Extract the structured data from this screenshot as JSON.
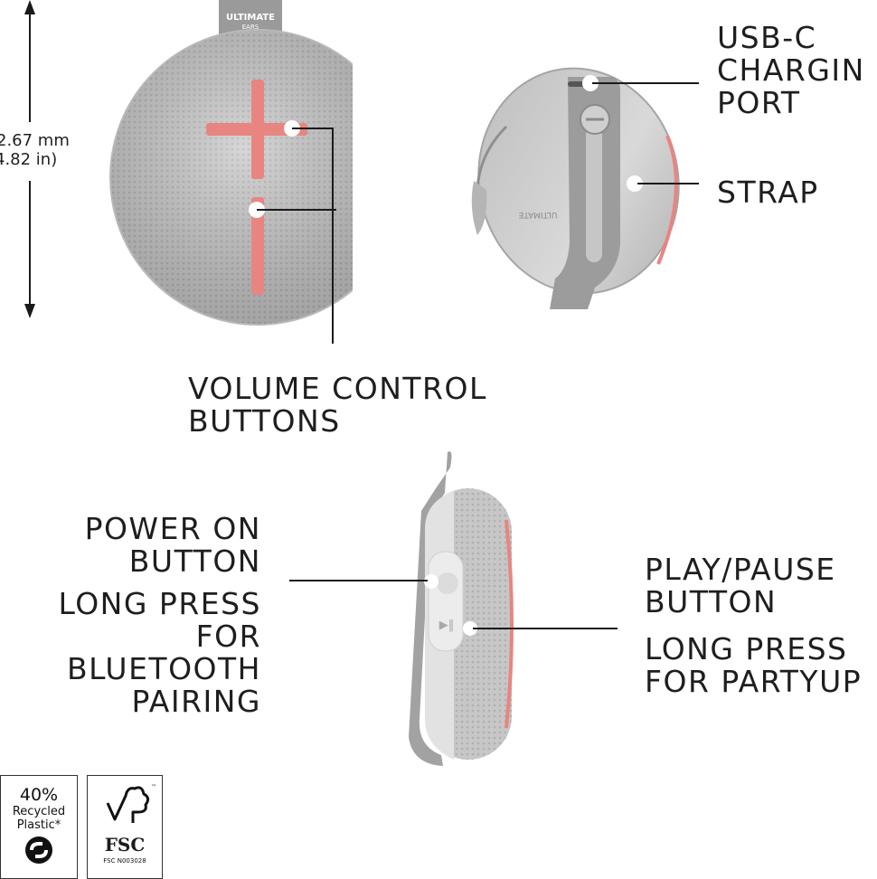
{
  "dimension": {
    "height_mm": "2.67 mm",
    "height_in": "4.82 in)"
  },
  "brand": {
    "tag_line1": "ULTIMATE",
    "tag_line2": "EARS"
  },
  "labels": {
    "usb_c": [
      "USB-C",
      "CHARGIN",
      "PORT"
    ],
    "strap": "STRAP",
    "volume": [
      "VOLUME CONTROL",
      "BUTTONS"
    ],
    "power": [
      "POWER ON",
      "BUTTON"
    ],
    "power_long": [
      "LONG PRESS",
      "FOR",
      "BLUETOOTH",
      "PAIRING"
    ],
    "play": [
      "PLAY/PAUSE",
      "BUTTON"
    ],
    "play_long": [
      "LONG PRESS",
      "FOR PARTYUP"
    ]
  },
  "badges": {
    "recycled_pct": "40%",
    "recycled_line1": "Recycled",
    "recycled_line2": "Plastic*",
    "fsc": "FSC",
    "fsc_code": "FSC  N003028"
  },
  "colors": {
    "speaker_grey": "#cfcfcf",
    "speaker_dark": "#a8a8a8",
    "accent_pink": "#e88580",
    "line": "#1a1a1a"
  }
}
